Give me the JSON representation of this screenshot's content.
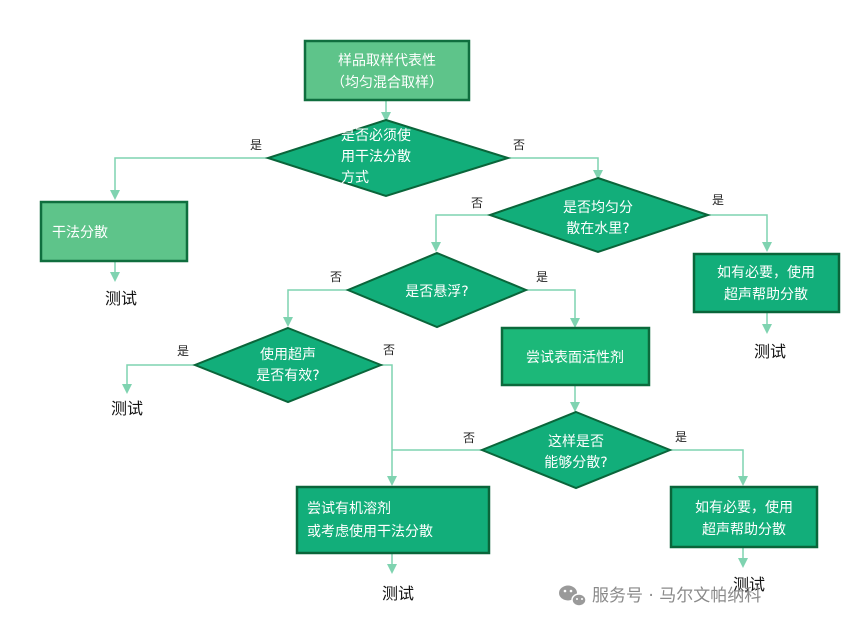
{
  "nodes": {
    "sampling": [
      "样品取样代表性",
      "（均匀混合取样）"
    ],
    "dry_dispersion_decision": [
      "是否必须使",
      "用干法分散",
      "方式"
    ],
    "dry_dispersion": [
      "干法分散"
    ],
    "disperse_in_water": [
      "是否均匀分",
      "散在水里?"
    ],
    "ultrasound_help_top": [
      "如有必要，使用",
      "超声帮助分散"
    ],
    "suspended": [
      "是否悬浮?"
    ],
    "ultrasound_effective": [
      "使用超声",
      "是否有效?"
    ],
    "try_surfactant": [
      "尝试表面活性剂"
    ],
    "disperse_well": [
      "这样是否",
      "能够分散?"
    ],
    "try_organic_solvent": [
      "尝试有机溶剂",
      "或考虑使用干法分散"
    ],
    "ultrasound_help_bottom": [
      "如有必要，使用",
      "超声帮助分散"
    ]
  },
  "edge_labels": {
    "yes": "是",
    "no": "否"
  },
  "test_label": "测试",
  "watermark": {
    "icon": "wechat-icon",
    "text": "服务号 · 马尔文帕纳科"
  },
  "colors": {
    "box_light": "#5ec48a",
    "box_green": "#12ae7a",
    "border": "#0a653a",
    "connector": "#7fd3b0"
  }
}
